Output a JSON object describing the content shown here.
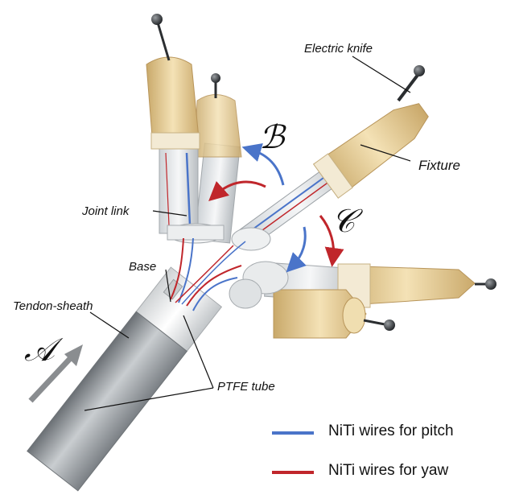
{
  "labels": {
    "electric_knife": "Electric knife",
    "fixture": "Fixture",
    "joint_link": "Joint link",
    "base": "Base",
    "tendon_sheath": "Tendon-sheath",
    "ptfe_tube": "PTFE tube",
    "motion_a": "𝒜",
    "motion_b": "ℬ",
    "motion_c": "𝒞"
  },
  "legend": [
    {
      "text": "NiTi wires for pitch",
      "color": "#4a74c9"
    },
    {
      "text": "NiTi wires for yaw",
      "color": "#c0262b"
    }
  ],
  "colors": {
    "pitch_wire": "#4a74c9",
    "yaw_wire": "#c0262b",
    "fixture_body": "#ecd39a",
    "tube_gray": "#8f9498"
  }
}
